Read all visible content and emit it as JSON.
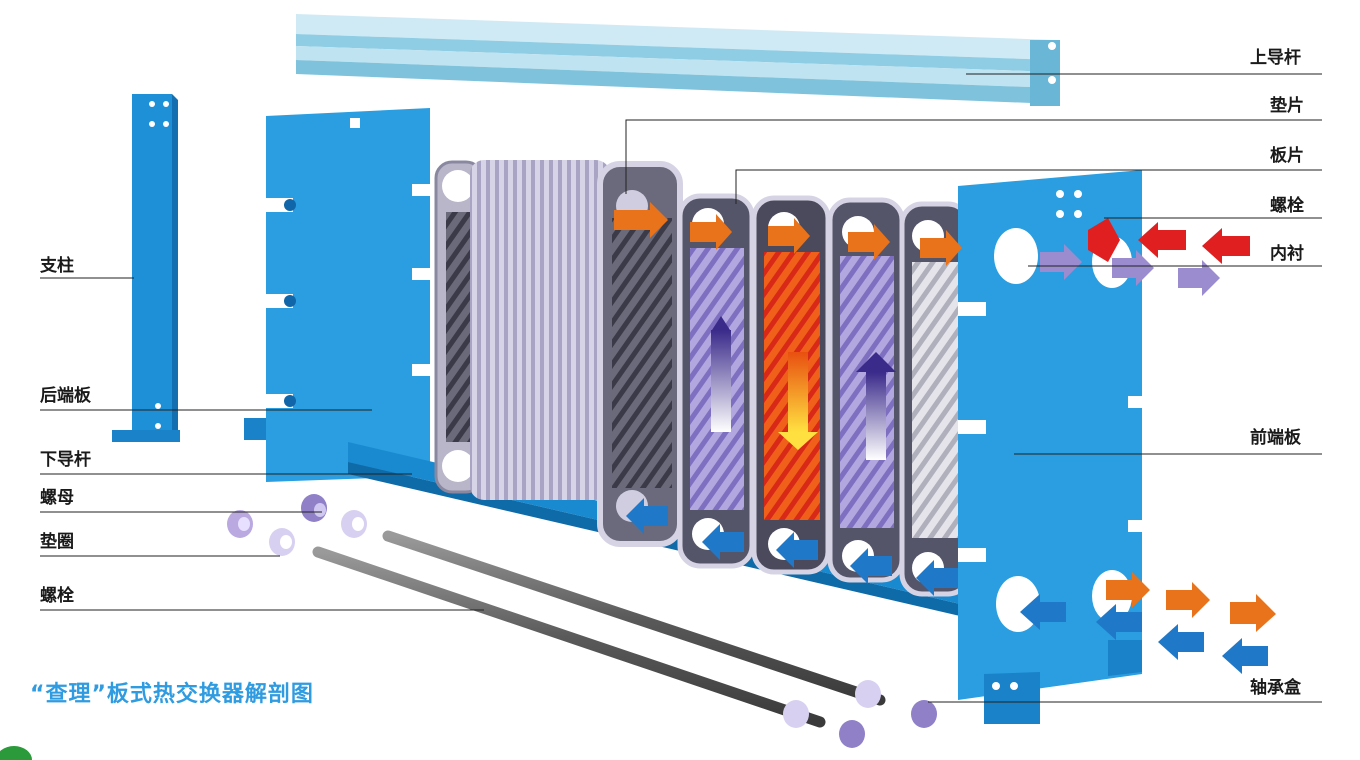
{
  "labels": {
    "upper_guide_bar": "上导杆",
    "gasket": "垫片",
    "plate": "板片",
    "bolt_right": "螺栓",
    "lining": "内衬",
    "front_end_plate": "前端板",
    "bearing_box": "轴承盒",
    "column": "支柱",
    "rear_end_plate": "后端板",
    "lower_guide_bar": "下导杆",
    "nut": "螺母",
    "washer": "垫圈",
    "bolt_left": "螺栓"
  },
  "caption": "“查理”板式热交换器解剖图",
  "colors": {
    "steel_blue": "#2a9ee0",
    "guide_bar": "#a8d8ea",
    "hot_flow": "#e8731a",
    "hot_red": "#e02020",
    "cold_flow": "#1f78c8",
    "plate_purple": "#9a8ccf",
    "caption": "#2f9be0"
  },
  "icons": [
    "flow-arrow-icon"
  ]
}
